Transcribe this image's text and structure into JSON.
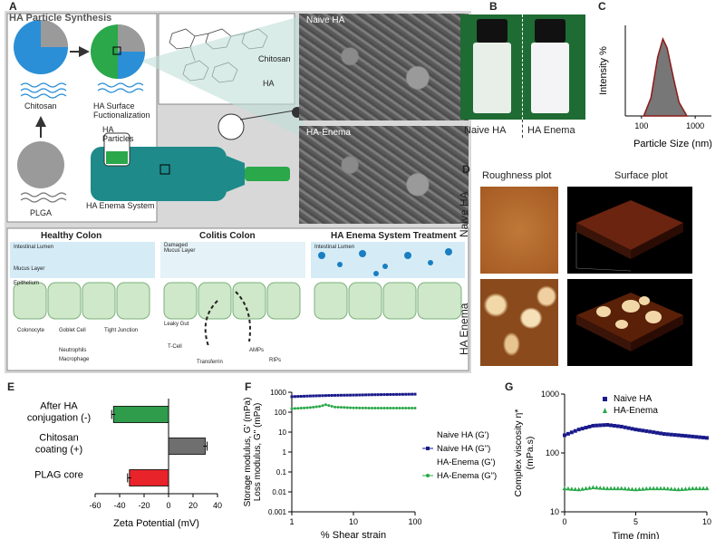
{
  "panel_labels": {
    "a": "A",
    "b": "B",
    "c": "C",
    "d": "D",
    "e": "E",
    "f": "F",
    "g": "G"
  },
  "panel_a": {
    "title": "HA Particle Synthesis",
    "chitosan": "Chitosan",
    "surface_func": "HA Surface\nFuctionalization",
    "plga": "PLGA",
    "ha_particles": "HA\nParticles",
    "enema_system": "HA Enema System",
    "chem_chitosan": "Chitosan",
    "chem_ha": "HA",
    "naive_ha": "Naive HA",
    "ha_enema": "HA-Enema",
    "healthy_colon": "Healthy Colon",
    "colitis_colon": "Colitis Colon",
    "treatment": "HA Enema System Treatment",
    "lumen": "Intestinal Lumen",
    "lumen2": "Intestinal Lumen",
    "mucus": "Mucus Layer",
    "damaged_mucus": "Damaged\nMucus Layer",
    "epithelium": "Epithelium",
    "colonocyte": "Colonocyte",
    "goblet": "Goblet Cell",
    "tight_junction": "Tight Junction",
    "neutrophils": "Neutrophils",
    "macrophage": "Macrophage",
    "leaky_gut": "Leaky Gut",
    "tcell": "T-Cell",
    "transferrin": "Transferrin",
    "amps": "AMPs",
    "rips": "RIPs"
  },
  "panel_b": {
    "left": "Naive HA",
    "right": "HA Enema"
  },
  "panel_d": {
    "col1": "Roughness plot",
    "col2": "Surface plot",
    "row1": "Naive HA",
    "row2": "HA Enema"
  },
  "colors": {
    "green": "#2e9c4a",
    "gray": "#6f6f6f",
    "red": "#e8232a",
    "navy": "#1a1a8c",
    "ha_green": "#2aa84a",
    "particle_blue": "#2a8fd6"
  },
  "chart_data": [
    {
      "panel": "C",
      "type": "area",
      "xlabel": "Particle  Size (nm)",
      "ylabel": "Intensity %",
      "x_scale": "log",
      "x_ticks": [
        "100",
        "1000"
      ],
      "x": [
        110,
        150,
        200,
        250,
        300,
        400,
        500,
        700
      ],
      "y": [
        0,
        4,
        13,
        17,
        15,
        8,
        3,
        0
      ]
    },
    {
      "panel": "E",
      "type": "bar",
      "orientation": "horizontal",
      "categories": [
        "After HA conjugation (-)",
        "Chitosan coating (+)",
        "PLAG core"
      ],
      "values": [
        -45,
        30,
        -32
      ],
      "errors": [
        1.5,
        1.5,
        1.5
      ],
      "xlabel": "Zeta Potential (mV)",
      "xlim": [
        -60,
        40
      ],
      "x_ticks": [
        "-60",
        "-40",
        "-20",
        "0",
        "20",
        "40"
      ]
    },
    {
      "panel": "F",
      "type": "line",
      "xlabel": "% Shear strain",
      "ylabel": "Storage modulus, G' (mPa)\nLoss modulus, G\" (mPa)",
      "x_scale": "log",
      "y_scale": "log",
      "x_ticks": [
        "1",
        "10",
        "100"
      ],
      "y_ticks": [
        "0.001",
        "0.01",
        "0.1",
        "1",
        "10",
        "100",
        "1000"
      ],
      "legend": [
        "Naive HA (G')",
        "Naive HA (G\")",
        "HA-Enema (G')",
        "HA-Enema (G\")"
      ],
      "series": [
        {
          "name": "Naive HA (G\")",
          "x": [
            1,
            2,
            5,
            10,
            20,
            50,
            100
          ],
          "values": [
            600,
            650,
            700,
            720,
            750,
            780,
            800
          ]
        },
        {
          "name": "HA-Enema (G\")",
          "x": [
            1,
            2,
            3,
            3.5,
            5,
            10,
            20,
            50,
            100
          ],
          "values": [
            150,
            170,
            200,
            240,
            180,
            165,
            160,
            160,
            160
          ]
        }
      ]
    },
    {
      "panel": "G",
      "type": "line",
      "xlabel": "Time (min)",
      "ylabel": "Complex viscosity η*\n(mPa.s)",
      "y_scale": "log",
      "x_ticks": [
        "0",
        "5",
        "10"
      ],
      "y_ticks": [
        "10",
        "100",
        "1000"
      ],
      "series": [
        {
          "name": "Naive HA",
          "x": [
            0,
            1,
            2,
            3,
            4,
            5,
            6,
            7,
            8,
            9,
            10
          ],
          "values": [
            200,
            250,
            290,
            300,
            280,
            250,
            230,
            210,
            200,
            190,
            180
          ]
        },
        {
          "name": "HA-Enema",
          "x": [
            0,
            1,
            2,
            3,
            4,
            5,
            6,
            7,
            8,
            9,
            10
          ],
          "values": [
            25,
            24,
            26,
            25,
            25,
            24,
            25,
            25,
            24,
            25,
            25
          ]
        }
      ]
    }
  ]
}
